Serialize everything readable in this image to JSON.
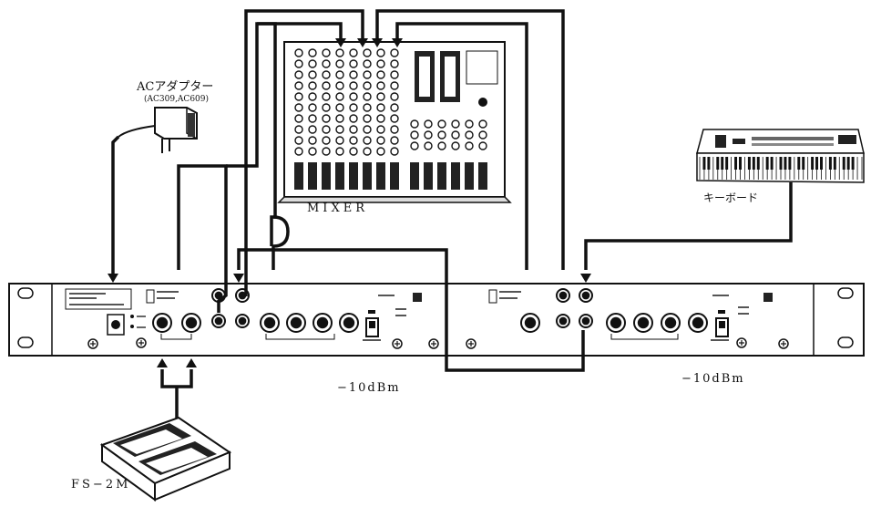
{
  "labels": {
    "adapter_title": "ACアダプター",
    "adapter_models": "(AC309,AC609)",
    "mixer": "MIXER",
    "keyboard": "キーボード",
    "level_left": "−10dBm",
    "level_right": "−10dBm",
    "footswitch": "FS−2M"
  },
  "colors": {
    "line": "#111111",
    "panel": "#ffffff",
    "key_white": "#ffffff",
    "key_black": "#111111"
  }
}
